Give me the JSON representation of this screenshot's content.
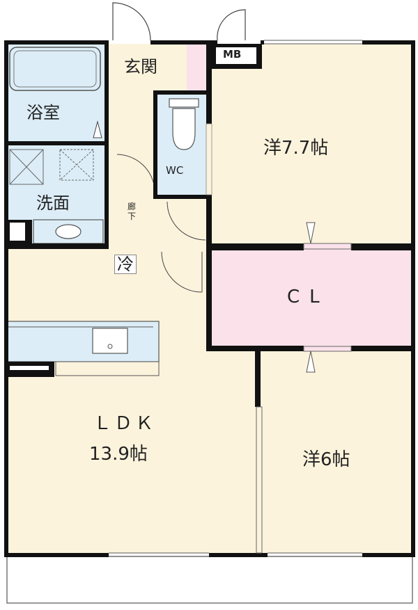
{
  "colors": {
    "floor": "#fcf3dc",
    "wet": "#dcedf7",
    "closet": "#fae1ea",
    "wall": "#111111",
    "balcony_line": "#777777"
  },
  "rooms": {
    "entrance": "玄関",
    "mb": "MB",
    "bath": "浴室",
    "washroom": "洗面",
    "wc": "WC",
    "corridor": "廊\n下",
    "fridge": "冷",
    "closet": "CL",
    "western1": "洋7.7帖",
    "western2": "洋6帖",
    "ldk_name": "ＬＤＫ",
    "ldk_size": "13.9帖"
  }
}
